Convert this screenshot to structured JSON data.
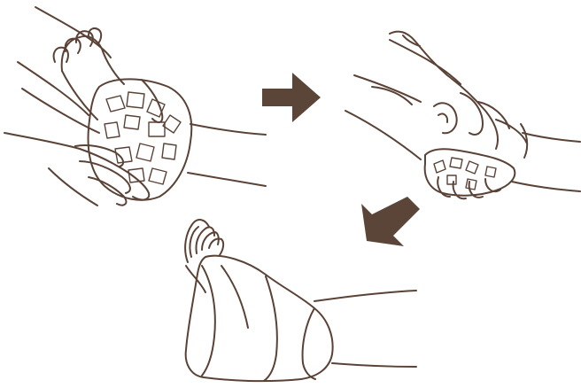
{
  "diagram": {
    "steps": [
      {
        "id": 1,
        "depicts": "hand-holding-ice-pack-on-foot"
      },
      {
        "id": 2,
        "depicts": "hands-wrapping-ice-pack-around-ankle"
      },
      {
        "id": 3,
        "depicts": "ankle-wrapped-in-cloth"
      }
    ],
    "arrows": [
      {
        "from": 1,
        "to": 2,
        "direction": "right"
      },
      {
        "from": 2,
        "to": 3,
        "direction": "down-left"
      }
    ]
  },
  "colors": {
    "background": "#ffffff",
    "line_art": "#5a4236",
    "arrow_fill": "#5b4538"
  }
}
